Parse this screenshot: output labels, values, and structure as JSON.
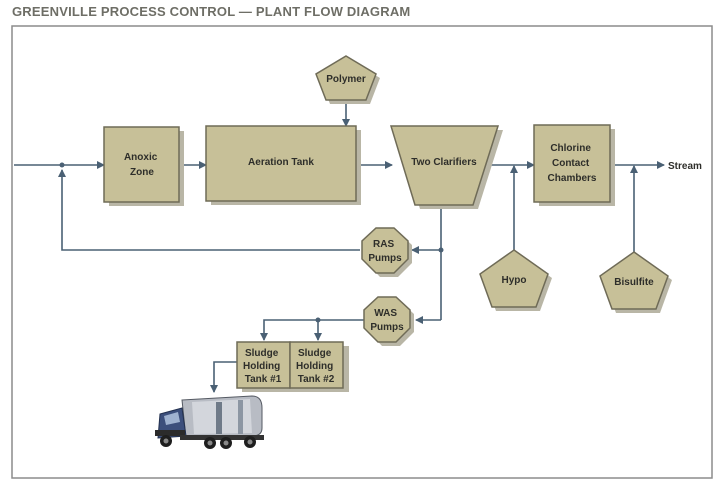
{
  "title": "GREENVILLE PROCESS CONTROL — PLANT FLOW DIAGRAM",
  "nodes": {
    "anoxic_zone": [
      "Anoxic",
      "Zone"
    ],
    "aeration_tank": [
      "Aeration Tank"
    ],
    "two_clarifiers": [
      "Two Clarifiers"
    ],
    "chlorine_contact": [
      "Chlorine",
      "Contact",
      "Chambers"
    ],
    "polymer": [
      "Polymer"
    ],
    "ras_pumps": [
      "RAS",
      "Pumps"
    ],
    "was_pumps": [
      "WAS",
      "Pumps"
    ],
    "hypo": [
      "Hypo"
    ],
    "bisulfite": [
      "Bisulfite"
    ],
    "sludge_tank_1": [
      "Sludge",
      "Holding",
      "Tank #1"
    ],
    "sludge_tank_2": [
      "Sludge",
      "Holding",
      "Tank #2"
    ],
    "stream": [
      "Stream"
    ]
  },
  "colors": {
    "box_fill": "#c7c098",
    "box_stroke": "#6f6b57",
    "line": "#4a6074",
    "frame": "#8c8c8c",
    "title": "#6e6e66"
  },
  "icons": {
    "truck": "sludge-truck-icon"
  }
}
